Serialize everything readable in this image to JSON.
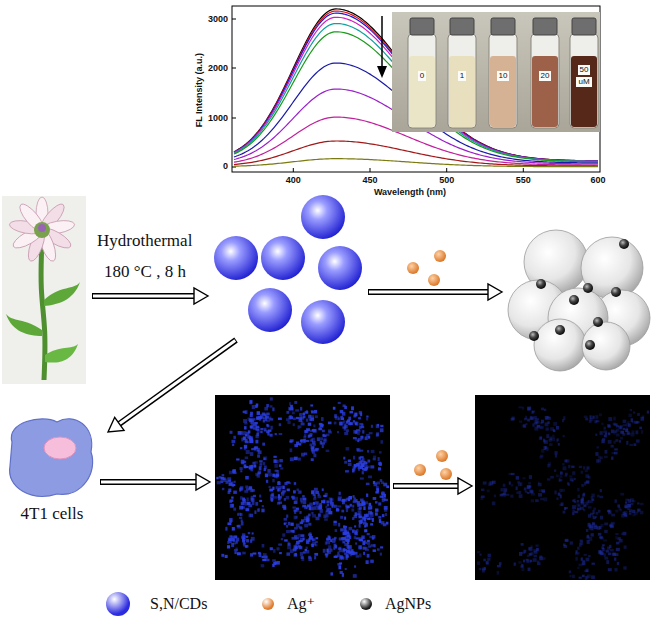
{
  "diagram": {
    "nodes": [
      {
        "text": [
          "4T1 cells"
        ]
      }
    ],
    "labels": [
      "FL Intensity (a.u.)",
      "3000",
      "2000",
      "1000",
      "0",
      "400",
      "450",
      "500",
      "550",
      "600",
      "Wavelength (nm)",
      "0",
      "1",
      "10",
      "20",
      "50",
      "uM",
      "Hydrothermal",
      "180 °C , 8 h"
    ],
    "legend": [
      {
        "text": "S,N/CDs",
        "color": "#2b2be0"
      },
      {
        "text": "Ag⁺",
        "color": "#e07a2c"
      },
      {
        "text": "AgNPs",
        "color": "#1a1a1a"
      }
    ]
  }
}
